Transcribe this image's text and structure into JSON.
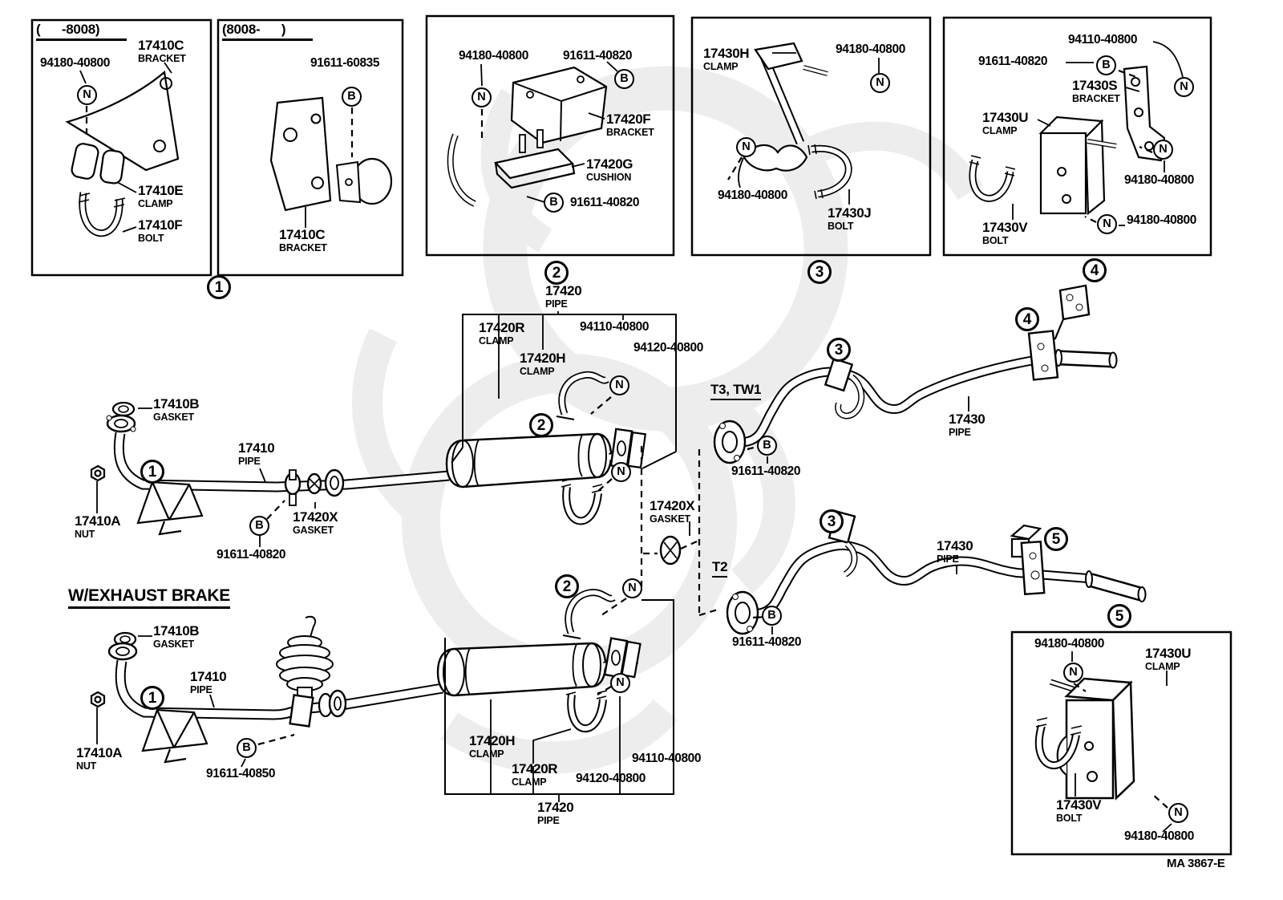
{
  "figure": {
    "code": "MA 3867-E"
  },
  "marker_letters": {
    "n": "N",
    "b": "B"
  },
  "insets": [
    {
      "number": "1",
      "panels": [
        {
          "header": "(      -8008)",
          "parts": {
            "nut_code": "94180-40800",
            "bracket_code": "17410C",
            "bracket_name": "BRACKET",
            "clamp_code": "17410E",
            "clamp_name": "CLAMP",
            "bolt_code": "17410F",
            "bolt_name": "BOLT"
          }
        },
        {
          "header": "(8008-      )",
          "parts": {
            "bolt_code": "91611-60835",
            "bracket_code": "17410C",
            "bracket_name": "BRACKET"
          }
        }
      ]
    },
    {
      "number": "2",
      "parts": {
        "nut_code": "94180-40800",
        "bolt_code": "91611-40820",
        "bracket_code": "17420F",
        "bracket_name": "BRACKET",
        "cushion_code": "17420G",
        "cushion_name": "CUSHION",
        "bolt2_code": "91611-40820"
      }
    },
    {
      "number": "3",
      "parts": {
        "clamp_code": "17430H",
        "clamp_name": "CLAMP",
        "nut_code": "94180-40800",
        "nut2_code": "94180-40800",
        "bolt_code": "17430J",
        "bolt_name": "BOLT"
      }
    },
    {
      "number": "4",
      "parts": {
        "nut_top_code": "94110-40800",
        "bolt_code": "91611-40820",
        "bracket_code": "17430S",
        "bracket_name": "BRACKET",
        "clamp_code": "17430U",
        "clamp_name": "CLAMP",
        "nut_mid_code": "94180-40800",
        "bolt2_code": "17430V",
        "bolt2_name": "BOLT",
        "nut_bot_code": "94180-40800"
      }
    },
    {
      "number": "5",
      "parts": {
        "nut_top_code": "94180-40800",
        "clamp_code": "17430U",
        "clamp_name": "CLAMP",
        "bolt_code": "17430V",
        "bolt_name": "BOLT",
        "nut_bot_code": "94180-40800"
      }
    }
  ],
  "main": {
    "center_pipe": {
      "code": "17420",
      "name": "PIPE"
    },
    "center_clamp_r": {
      "code": "17420R",
      "name": "CLAMP"
    },
    "center_clamp_h": {
      "code": "17420H",
      "name": "CLAMP"
    },
    "center_nut_code": "94110-40800",
    "center_bolt_code": "94120-40800",
    "front_gasket": {
      "code": "17410B",
      "name": "GASKET"
    },
    "front_pipe": {
      "code": "17410",
      "name": "PIPE"
    },
    "front_nut": {
      "code": "17410A",
      "name": "NUT"
    },
    "front_bolt_code": "91611-40820",
    "center_gasket": {
      "code": "17420X",
      "name": "GASKET"
    },
    "tail_gasket": {
      "code": "17420X",
      "name": "GASKET"
    },
    "variant_t3": "T3, TW1",
    "variant_t2": "T2",
    "tail_pipe_t3": {
      "code": "17430",
      "name": "PIPE"
    },
    "tail_pipe_t2": {
      "code": "17430",
      "name": "PIPE"
    },
    "tail_bolt_t3_code": "91611-40820",
    "tail_bolt_t2_code": "91611-40820"
  },
  "brake": {
    "title": "W/EXHAUST BRAKE",
    "front_gasket": {
      "code": "17410B",
      "name": "GASKET"
    },
    "front_pipe": {
      "code": "17410",
      "name": "PIPE"
    },
    "front_nut": {
      "code": "17410A",
      "name": "NUT"
    },
    "front_bolt_code": "91611-40850",
    "center_clamp_h": {
      "code": "17420H",
      "name": "CLAMP"
    },
    "center_clamp_r": {
      "code": "17420R",
      "name": "CLAMP"
    },
    "center_bolt_code": "94120-40800",
    "center_nut_code": "94110-40800",
    "center_pipe": {
      "code": "17420",
      "name": "PIPE"
    }
  }
}
